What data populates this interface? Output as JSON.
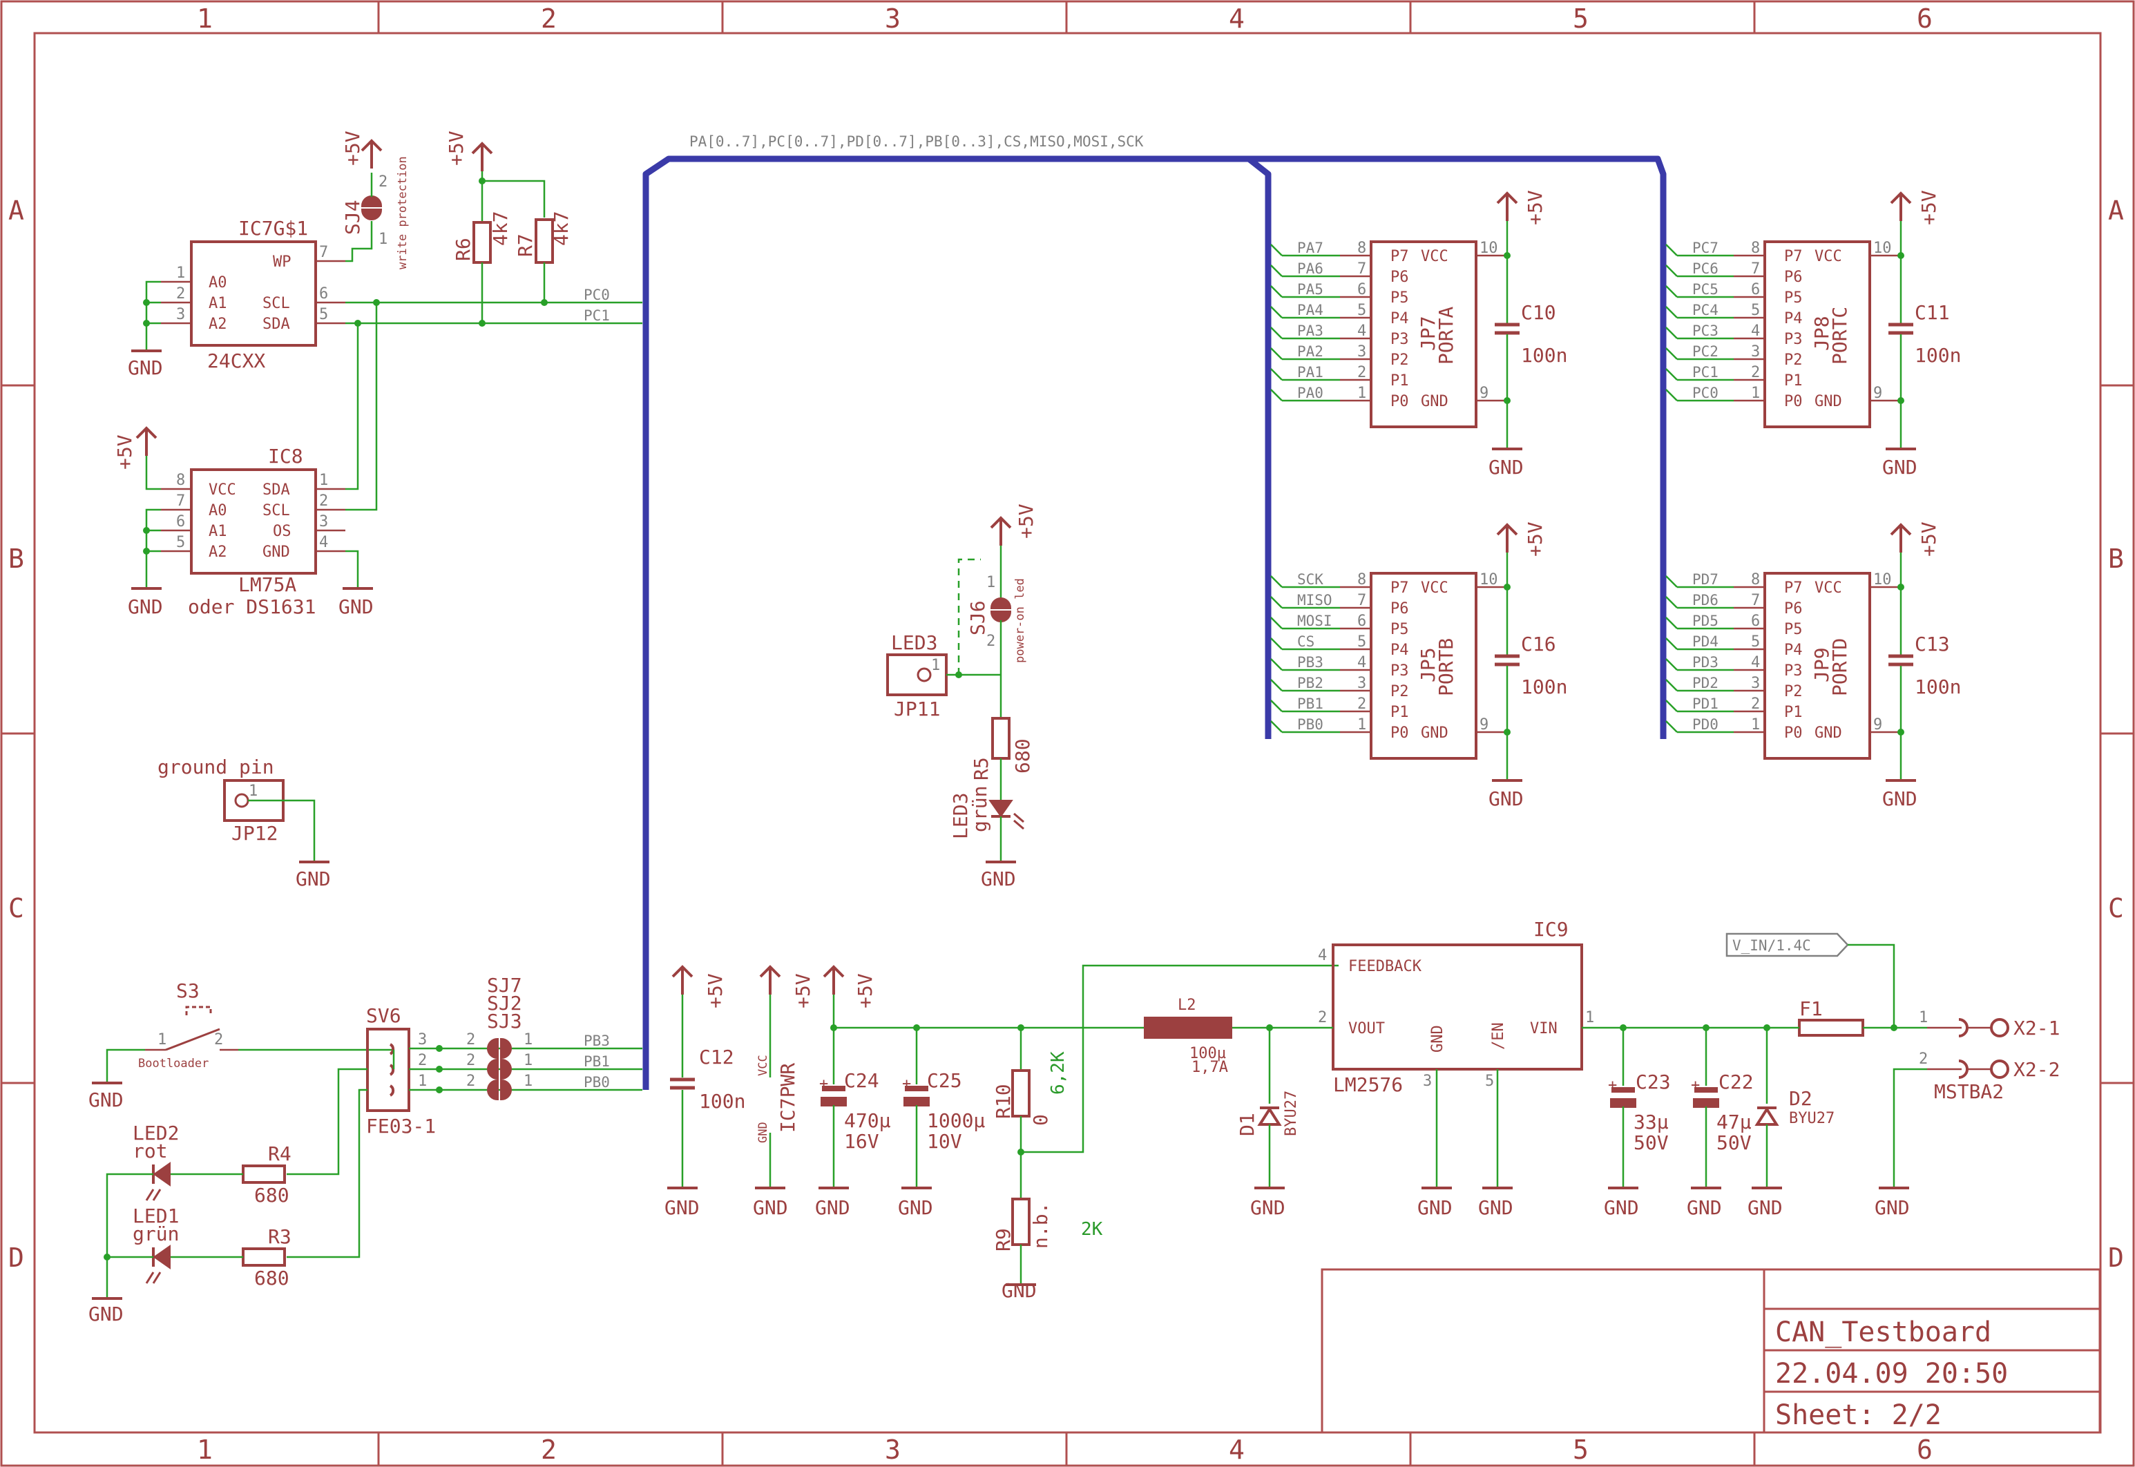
{
  "grid": {
    "columns": [
      "1",
      "2",
      "3",
      "4",
      "5",
      "6"
    ],
    "rows": [
      "A",
      "B",
      "C",
      "D"
    ]
  },
  "bus": {
    "label": "PA[0..7],PC[0..7],PD[0..7],PB[0..3],CS,MISO,MOSI,SCK"
  },
  "eeprom": {
    "name": "IC7G$1",
    "value": "24CXX",
    "pins": [
      "A0",
      "A1",
      "A2",
      "WP",
      "SCL",
      "SDA"
    ],
    "pin_numbers": [
      "1",
      "2",
      "3",
      "7",
      "6",
      "5"
    ]
  },
  "sj4": {
    "name": "SJ4",
    "note": "write protection",
    "p1": "1",
    "p2": "2"
  },
  "r6": {
    "name": "R6",
    "value": "4k7"
  },
  "r7": {
    "name": "R7",
    "value": "4k7"
  },
  "temp": {
    "name": "IC8",
    "value": "LM75A",
    "alt": "oder DS1631",
    "left_pins": [
      "VCC",
      "A0",
      "A1",
      "A2"
    ],
    "left_nums": [
      "8",
      "7",
      "6",
      "5"
    ],
    "right_pins": [
      "SDA",
      "SCL",
      "OS",
      "GND"
    ],
    "right_nums": [
      "1",
      "2",
      "3",
      "4"
    ]
  },
  "power": {
    "vcc": "+5V",
    "gnd": "GND"
  },
  "nets": {
    "pc0": "PC0",
    "pc1": "PC1",
    "pb3": "PB3",
    "pb1": "PB1",
    "pb0": "PB0"
  },
  "jp12": {
    "name": "JP12",
    "title": "ground pin",
    "pin": "1"
  },
  "led3": {
    "name": "LED3",
    "jp": "JP11",
    "pin": "1",
    "led_name": "LED3",
    "color": "grün"
  },
  "sj6": {
    "name": "SJ6",
    "note": "power-on led",
    "p1": "1",
    "p2": "2"
  },
  "r5": {
    "name": "R5",
    "value": "680"
  },
  "headers": [
    {
      "name": "JP7",
      "port": "PORTA",
      "nets": [
        "PA7",
        "PA6",
        "PA5",
        "PA4",
        "PA3",
        "PA2",
        "PA1",
        "PA0"
      ],
      "cap": "C10",
      "cap_val": "100n"
    },
    {
      "name": "JP8",
      "port": "PORTC",
      "nets": [
        "PC7",
        "PC6",
        "PC5",
        "PC4",
        "PC3",
        "PC2",
        "PC1",
        "PC0"
      ],
      "cap": "C11",
      "cap_val": "100n"
    },
    {
      "name": "JP5",
      "port": "PORTB",
      "nets": [
        "SCK",
        "MISO",
        "MOSI",
        "CS",
        "PB3",
        "PB2",
        "PB1",
        "PB0"
      ],
      "cap": "C16",
      "cap_val": "100n"
    },
    {
      "name": "JP9",
      "port": "PORTD",
      "nets": [
        "PD7",
        "PD6",
        "PD5",
        "PD4",
        "PD3",
        "PD2",
        "PD1",
        "PD0"
      ],
      "cap": "C13",
      "cap_val": "100n"
    }
  ],
  "header_pins": {
    "names": [
      "P7",
      "P6",
      "P5",
      "P4",
      "P3",
      "P2",
      "P1",
      "P0"
    ],
    "nums": [
      "8",
      "7",
      "6",
      "5",
      "4",
      "3",
      "2",
      "1"
    ],
    "vcc": "VCC",
    "gnd": "GND",
    "vcc_num": "10",
    "gnd_num": "9"
  },
  "s3": {
    "name": "S3",
    "note": "Bootloader",
    "p1": "1",
    "p2": "2"
  },
  "sv6": {
    "name": "SV6",
    "value": "FE03-1",
    "pins": [
      "3",
      "2",
      "1"
    ]
  },
  "sj": {
    "names": [
      "SJ7",
      "SJ2",
      "SJ3"
    ],
    "p1": "1",
    "p2": "2"
  },
  "led2": {
    "name": "LED2",
    "color": "rot"
  },
  "led1": {
    "name": "LED1",
    "color": "grün"
  },
  "r4": {
    "name": "R4",
    "value": "680"
  },
  "r3": {
    "name": "R3",
    "value": "680"
  },
  "c12": {
    "name": "C12",
    "value": "100n"
  },
  "ic7pwr": {
    "name": "IC7PWR",
    "vcc": "VCC",
    "gnd": "GND"
  },
  "c24": {
    "name": "C24",
    "value": "470µ",
    "volt": "16V"
  },
  "c25": {
    "name": "C25",
    "value": "1000µ",
    "volt": "10V"
  },
  "r10": {
    "name": "R10",
    "value": "0",
    "annot": "6,2K"
  },
  "r9": {
    "name": "R9",
    "value": "n.b.",
    "annot": "2K"
  },
  "l2": {
    "name": "L2",
    "value": "100µ",
    "current": "1,7A"
  },
  "d1": {
    "name": "D1",
    "value": "BYU27"
  },
  "ic9": {
    "name": "IC9",
    "value": "LM2576",
    "pins": {
      "feedback": "FEEDBACK",
      "vout": "VOUT",
      "gnd": "GND",
      "en": "/EN",
      "vin": "VIN"
    },
    "nums": {
      "feedback": "4",
      "vout": "2",
      "gnd": "3",
      "en": "5",
      "vin": "1"
    }
  },
  "c23": {
    "name": "C23",
    "value": "33µ",
    "volt": "50V"
  },
  "c22": {
    "name": "C22",
    "value": "47µ",
    "volt": "50V"
  },
  "d2": {
    "name": "D2",
    "value": "BYU27"
  },
  "vin_label": "V_IN/1.4C",
  "f1": {
    "name": "F1"
  },
  "x2": {
    "name": "MSTBA2",
    "pin1": "X2-1",
    "pin2": "X2-2",
    "n1": "1",
    "n2": "2"
  },
  "titleblock": {
    "name": "CAN_Testboard",
    "date": "22.04.09 20:50",
    "sheet": "Sheet: 2/2"
  }
}
